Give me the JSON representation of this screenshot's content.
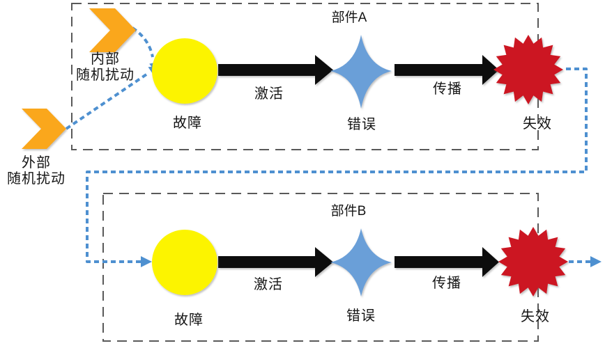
{
  "diagram_title": "Fault-Error-Failure propagation chain between components",
  "colors": {
    "disturbance_orange": "#FAA71B",
    "fault_yellow": "#FCF402",
    "error_blue": "#6B9FD8",
    "failure_red": "#CC1420",
    "connector_blue": "#4E90D0",
    "box_gray": "#595959",
    "arrow_black": "#0B0B0B"
  },
  "inputs": {
    "internal": {
      "line1": "内部",
      "line2": "随机扰动"
    },
    "external": {
      "line1": "外部",
      "line2": "随机扰动"
    }
  },
  "component_a": {
    "title": "部件A",
    "fault": "故障",
    "activation": "激活",
    "error": "错误",
    "propagation": "传播",
    "failure": "失效"
  },
  "component_b": {
    "title": "部件B",
    "fault": "故障",
    "activation": "激活",
    "error": "错误",
    "propagation": "传播",
    "failure": "失效"
  }
}
